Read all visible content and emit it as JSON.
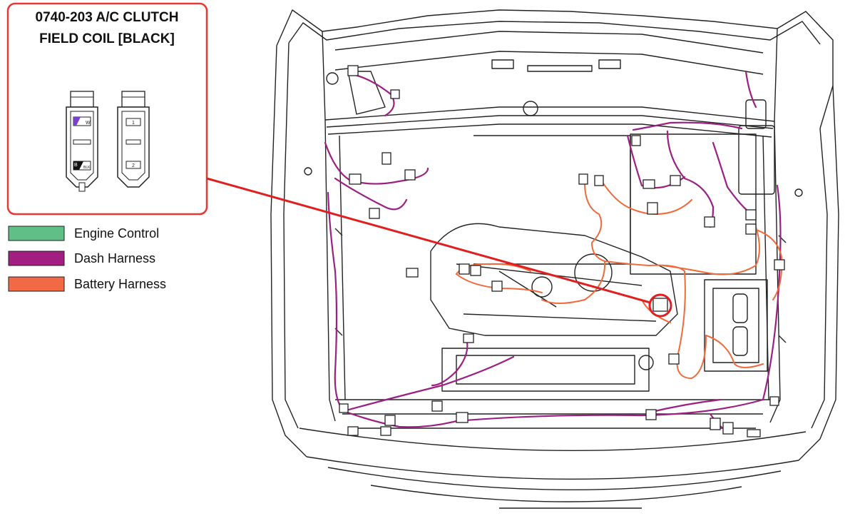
{
  "callout": {
    "title_line1": "0740-203 A/C CLUTCH",
    "title_line2": "FIELD COIL [BLACK]",
    "border_color": "#e53935",
    "connector_left": {
      "pins": [
        "W",
        "B",
        "BLK"
      ]
    },
    "connector_right": {
      "pins": [
        "1",
        "2"
      ]
    }
  },
  "legend": [
    {
      "label": "Engine Control",
      "color": "#5fbf87"
    },
    {
      "label": "Dash Harness",
      "color": "#a21e80"
    },
    {
      "label": "Battery Harness",
      "color": "#f26a45"
    }
  ],
  "colors": {
    "leader_line": "#e02020",
    "dash_harness": "#9c2082",
    "battery_harness": "#f06a3c",
    "body_lines": "#222222",
    "highlight_ring": "#e02020"
  }
}
